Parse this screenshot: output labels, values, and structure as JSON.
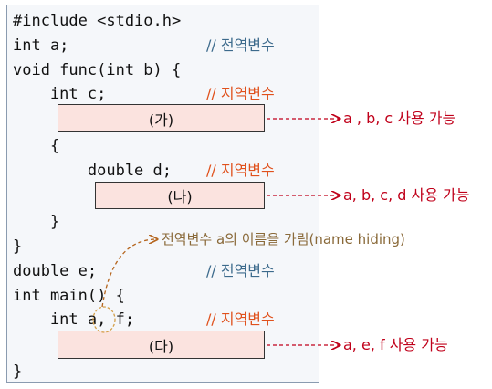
{
  "code_lines": [
    "#include <stdio.h>",
    "int a;",
    "void func(int b) {",
    "    int c;",
    "    {",
    "        double d;",
    "    }",
    "}",
    "double e;",
    "int main() {",
    "    int a, f;",
    "}"
  ],
  "comments": {
    "a": "// 전역변수",
    "c": "// 지역변수",
    "d": "// 지역변수",
    "e": "// 전역변수",
    "f": "// 지역변수"
  },
  "blocks": {
    "ga": "(가)",
    "na": "(나)",
    "da": "(다)"
  },
  "access_labels": {
    "ga": "a , b, c 사용 가능",
    "na": "a, b, c, d 사용 가능",
    "da": "a, e, f 사용 가능"
  },
  "hiding_note": "전역변수 a의 이름을 가림(name hiding)",
  "colors": {
    "global_comment": "#3c6a8c",
    "local_comment": "#e0511c",
    "access_label": "#c0001a",
    "hiding_note": "#8a6a3a",
    "block_fill": "#fbe3df"
  }
}
